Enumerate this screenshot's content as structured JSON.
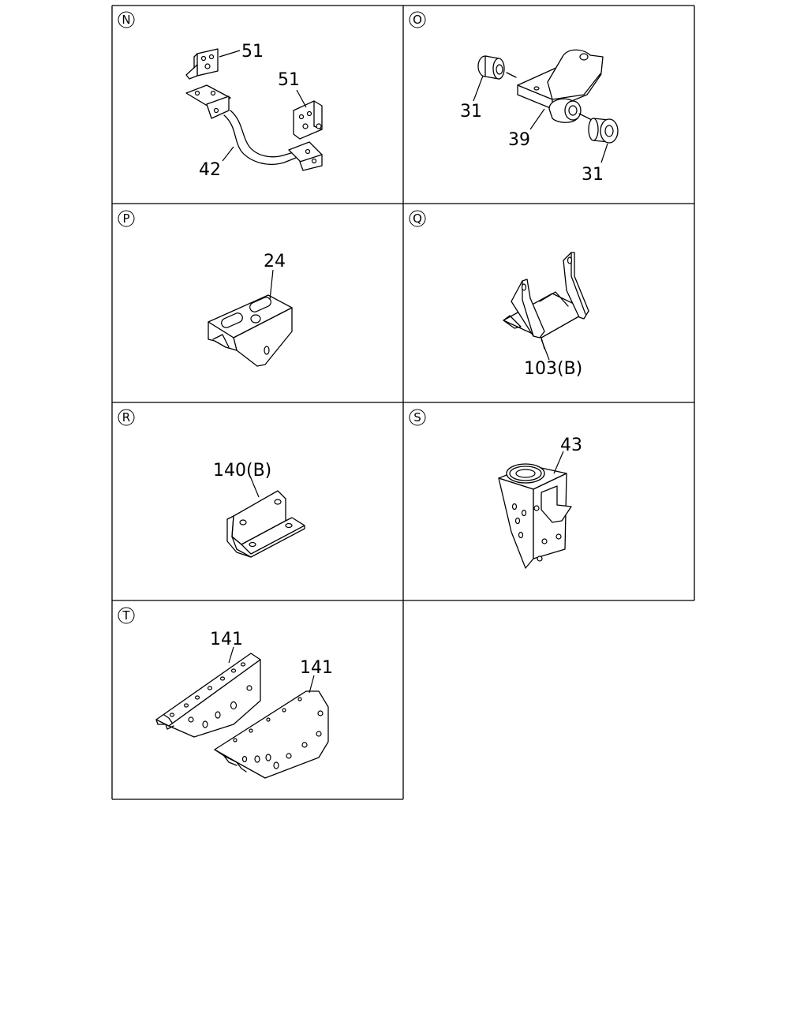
{
  "panels": [
    {
      "id": "N",
      "labels": [
        "51",
        "51",
        "42"
      ]
    },
    {
      "id": "O",
      "labels": [
        "31",
        "39",
        "31"
      ]
    },
    {
      "id": "P",
      "labels": [
        "24"
      ]
    },
    {
      "id": "Q",
      "labels": [
        "103(B)"
      ]
    },
    {
      "id": "R",
      "labels": [
        "140(B)"
      ]
    },
    {
      "id": "S",
      "labels": [
        "43"
      ]
    },
    {
      "id": "T",
      "labels": [
        "141",
        "141"
      ]
    }
  ]
}
